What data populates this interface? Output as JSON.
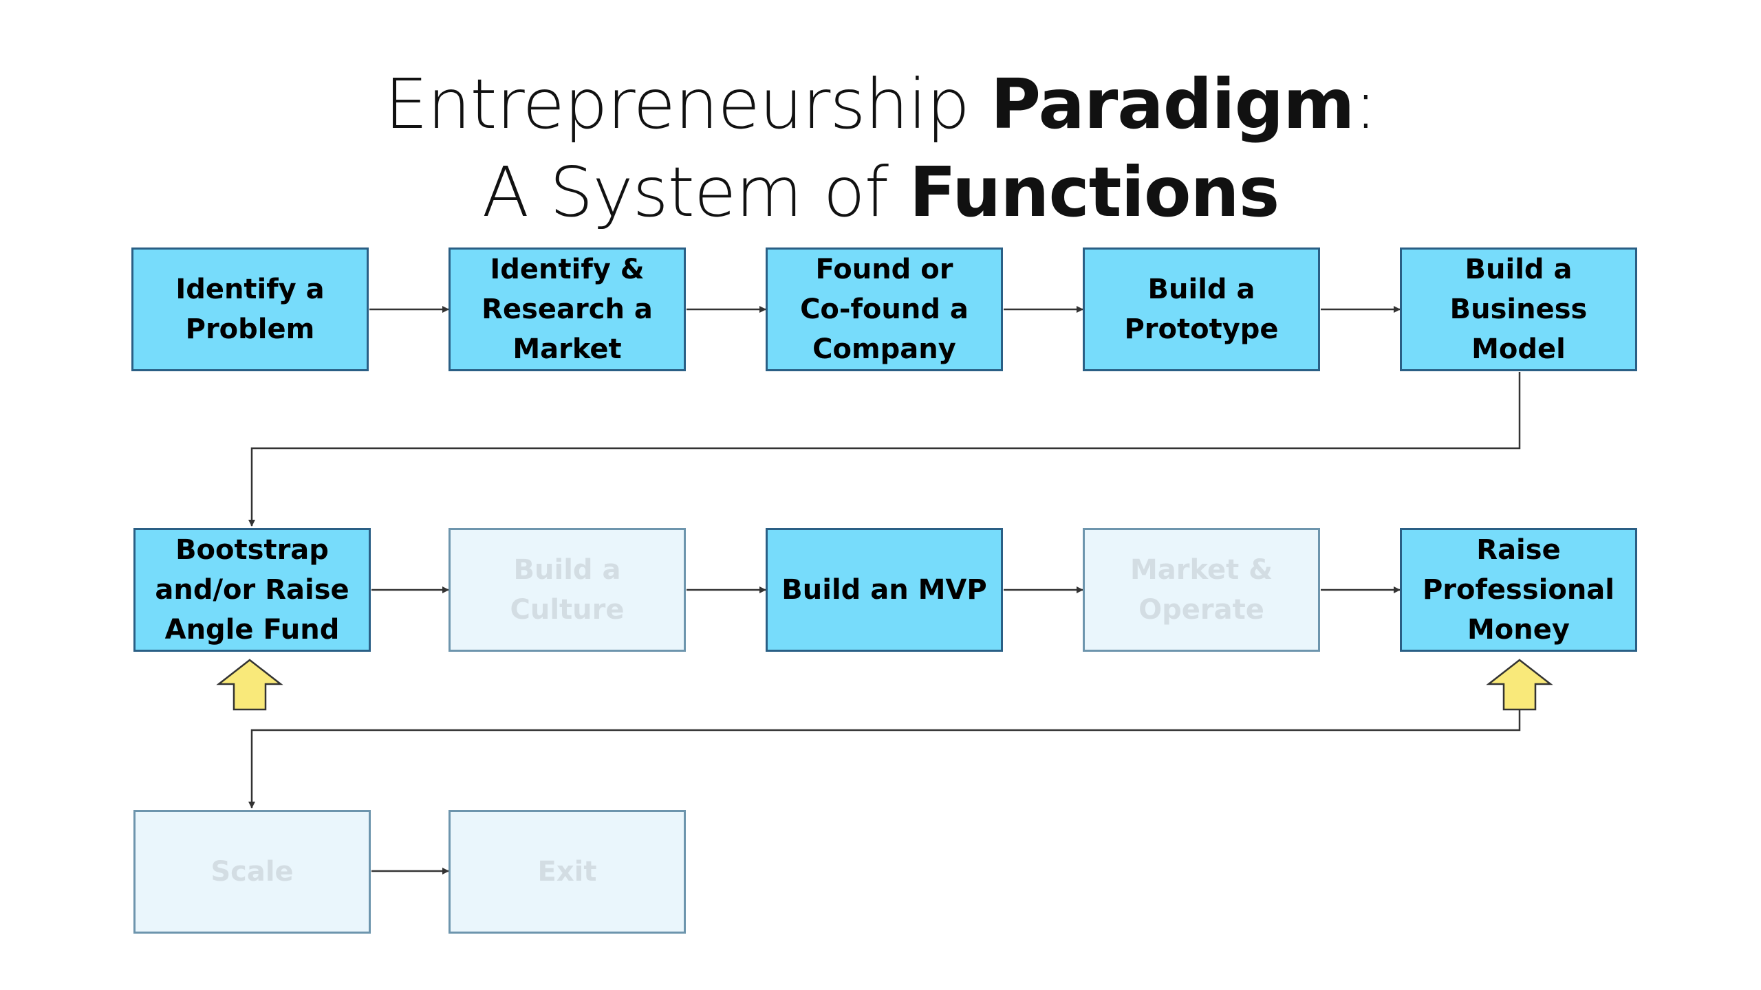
{
  "title": {
    "line1_regular": "Entrepreneurship ",
    "line1_bold": "Paradigm",
    "line1_suffix": ":",
    "line2_regular": "A System of ",
    "line2_bold": "Functions"
  },
  "nodes": [
    {
      "id": "identify-problem",
      "label": "Identify a\nProblem",
      "state": "active"
    },
    {
      "id": "identify-research-market",
      "label": "Identify &\nResearch a\nMarket",
      "state": "active"
    },
    {
      "id": "found-company",
      "label": "Found or\nCo-found a\nCompany",
      "state": "active"
    },
    {
      "id": "build-prototype",
      "label": "Build a\nPrototype",
      "state": "active"
    },
    {
      "id": "build-business-model",
      "label": "Build a\nBusiness\nModel",
      "state": "active"
    },
    {
      "id": "bootstrap-raise",
      "label": "Bootstrap\nand/or Raise\nAngle Fund",
      "state": "active"
    },
    {
      "id": "build-culture",
      "label": "Build a Culture",
      "state": "faded"
    },
    {
      "id": "build-mvp",
      "label": "Build an MVP",
      "state": "active"
    },
    {
      "id": "market-operate",
      "label": "Market &\nOperate",
      "state": "faded"
    },
    {
      "id": "raise-professional-money",
      "label": "Raise\nProfessional\nMoney",
      "state": "active"
    },
    {
      "id": "scale",
      "label": "Scale",
      "state": "faded"
    },
    {
      "id": "exit",
      "label": "Exit",
      "state": "faded"
    }
  ],
  "edges": [
    [
      "identify-problem",
      "identify-research-market"
    ],
    [
      "identify-research-market",
      "found-company"
    ],
    [
      "found-company",
      "build-prototype"
    ],
    [
      "build-prototype",
      "build-business-model"
    ],
    [
      "build-business-model",
      "bootstrap-raise"
    ],
    [
      "bootstrap-raise",
      "build-culture"
    ],
    [
      "build-culture",
      "build-mvp"
    ],
    [
      "build-mvp",
      "market-operate"
    ],
    [
      "market-operate",
      "raise-professional-money"
    ],
    [
      "raise-professional-money",
      "scale"
    ],
    [
      "scale",
      "exit"
    ]
  ],
  "markers": [
    {
      "under": "bootstrap-raise",
      "icon": "up-arrow-icon",
      "color": "#f9e97a"
    },
    {
      "under": "raise-professional-money",
      "icon": "up-arrow-icon",
      "color": "#f9e97a"
    }
  ],
  "colors": {
    "active_fill": "#77dcfb",
    "faded_fill": "#eaf6fc",
    "faded_text": "#d3dde3",
    "connector": "#333333"
  }
}
